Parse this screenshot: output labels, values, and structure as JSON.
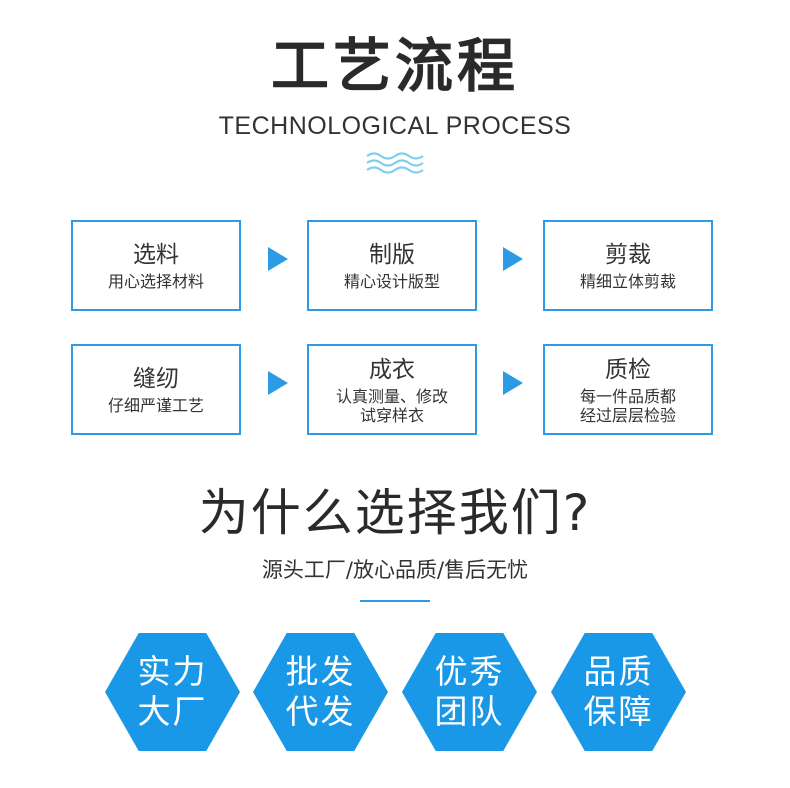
{
  "header": {
    "title": "工艺流程",
    "subtitle": "TECHNOLOGICAL PROCESS",
    "wave_color": "#7fd0ec",
    "wave_icon": "wave-icon"
  },
  "process": {
    "accent": "#2d9ae6",
    "steps": [
      {
        "title": "选料",
        "desc": "用心选择材料"
      },
      {
        "title": "制版",
        "desc": "精心设计版型"
      },
      {
        "title": "剪裁",
        "desc": "精细立体剪裁"
      },
      {
        "title": "缝纫",
        "desc": "仔细严谨工艺"
      },
      {
        "title": "成衣",
        "desc": "认真测量、修改\n试穿样衣"
      },
      {
        "title": "质检",
        "desc": "每一件品质都\n经过层层检验"
      }
    ],
    "arrow_icon": "triangle-right-icon"
  },
  "why": {
    "title": "为什么选择我们?",
    "subtitle": "源头工厂/放心品质/售后无忧"
  },
  "features": {
    "color": "#1a98e8",
    "items": [
      {
        "line1": "实力",
        "line2": "大厂"
      },
      {
        "line1": "批发",
        "line2": "代发"
      },
      {
        "line1": "优秀",
        "line2": "团队"
      },
      {
        "line1": "品质",
        "line2": "保障"
      }
    ]
  }
}
